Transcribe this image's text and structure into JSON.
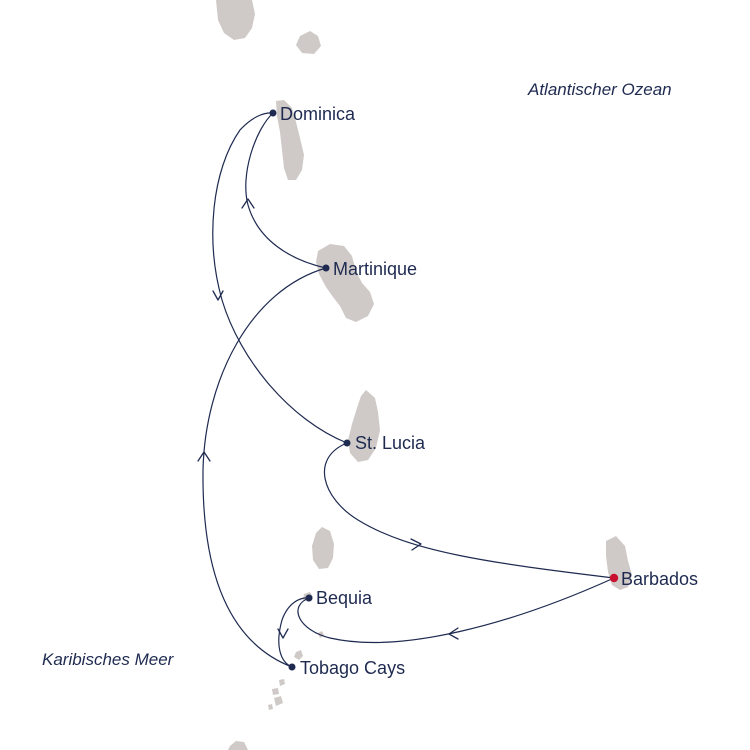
{
  "map": {
    "seas": {
      "atlantic": "Atlantischer Ozean",
      "caribbean": "Karibisches Meer"
    },
    "ports": {
      "dominica": "Dominica",
      "martinique": "Martinique",
      "st_lucia": "St. Lucia",
      "barbados": "Barbados",
      "bequia": "Bequia",
      "tobago_cays": "Tobago Cays"
    },
    "colors": {
      "route": "#1e2a50",
      "home_port": "#c8102e",
      "land": "#cfcac7",
      "water": "#ffffff"
    },
    "home_port": "Barbados"
  }
}
